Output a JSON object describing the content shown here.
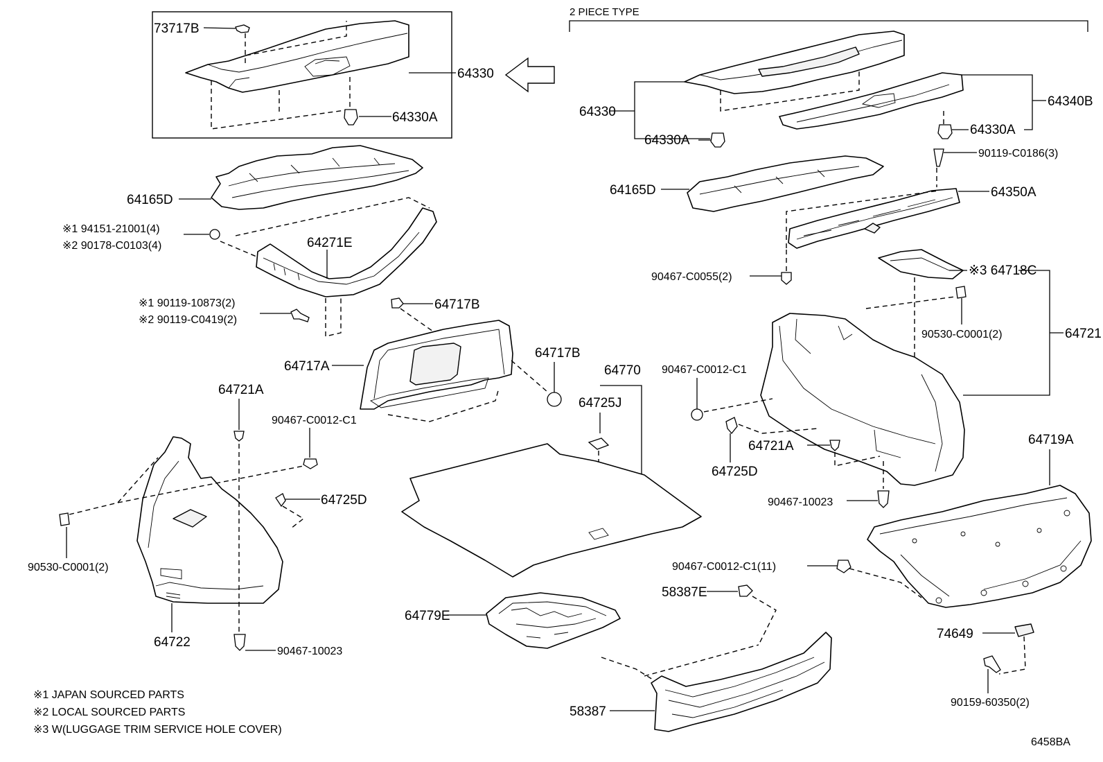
{
  "header": {
    "type_label": "2 PIECE TYPE"
  },
  "footer": {
    "diagram_code": "6458BA"
  },
  "notes": [
    "※1 JAPAN SOURCED PARTS",
    "※2 LOCAL SOURCED PARTS",
    "※3 W(LUGGAGE TRIM SERVICE HOLE COVER)"
  ],
  "left_box": {
    "p73717B": "73717B",
    "p64330": "64330",
    "p64330A": "64330A"
  },
  "left": {
    "p64165D": "64165D",
    "p94151": "※1 94151-21001(4)",
    "p90178": "※2 90178-C0103(4)",
    "p64271E": "64271E",
    "p90119_10873": "※1 90119-10873(2)",
    "p90119_C0419": "※2 90119-C0419(2)",
    "p64717B": "64717B",
    "p64717A": "64717A",
    "p64717B_2": "64717B",
    "p64721A": "64721A",
    "p90467_C1": "90467-C0012-C1",
    "p64725D": "64725D",
    "p90530": "90530-C0001(2)",
    "p64722": "64722",
    "p90467_10023": "90467-10023"
  },
  "center": {
    "p64770": "64770",
    "p64725J": "64725J",
    "p64779E": "64779E",
    "p58387E": "58387E",
    "p58387": "58387"
  },
  "right": {
    "p64330": "64330",
    "p64330A_l": "64330A",
    "p64330A_r": "64330A",
    "p64340B": "64340B",
    "p90119_C0186": "90119-C0186(3)",
    "p64165D": "64165D",
    "p64350A": "64350A",
    "p90467_C0055": "90467-C0055(2)",
    "p64718C": "※3 64718C",
    "p90530": "90530-C0001(2)",
    "p64721": "64721",
    "p90467_C1": "90467-C0012-C1",
    "p64721A": "64721A",
    "p64725D": "64725D",
    "p90467_10023": "90467-10023",
    "p64719A": "64719A",
    "p90467_C1_11": "90467-C0012-C1(11)",
    "p74649": "74649",
    "p90159": "90159-60350(2)"
  }
}
